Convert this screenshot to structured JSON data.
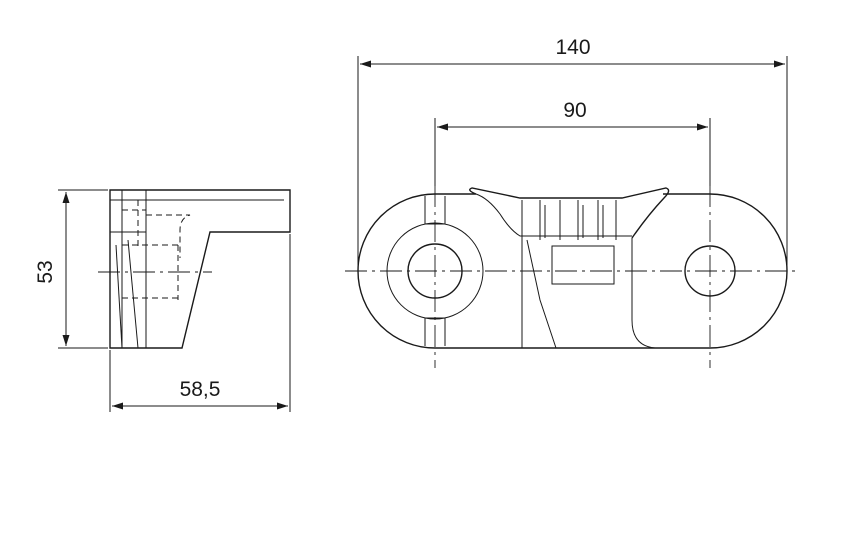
{
  "dimensions": {
    "overall_length": "140",
    "hole_spacing": "90",
    "height": "53",
    "depth": "58,5"
  },
  "colors": {
    "line": "#1a1a1a",
    "background": "#ffffff"
  }
}
